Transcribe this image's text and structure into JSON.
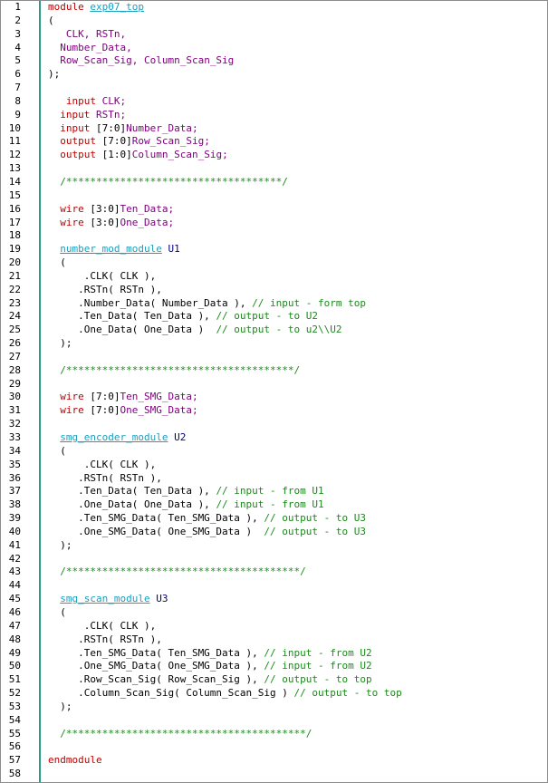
{
  "editor": {
    "lines": [
      [
        {
          "t": "module",
          "c": "kw"
        },
        {
          "t": " "
        },
        {
          "t": "exp07_top",
          "c": "mod"
        }
      ],
      [
        {
          "t": "("
        }
      ],
      [
        {
          "t": "   "
        },
        {
          "t": "CLK, RSTn,",
          "c": "sig"
        }
      ],
      [
        {
          "t": "  "
        },
        {
          "t": "Number_Data,",
          "c": "sig"
        }
      ],
      [
        {
          "t": "  "
        },
        {
          "t": "Row_Scan_Sig, Column_Scan_Sig",
          "c": "sig"
        }
      ],
      [
        {
          "t": ");"
        }
      ],
      [],
      [
        {
          "t": "   "
        },
        {
          "t": "input",
          "c": "kw"
        },
        {
          "t": " "
        },
        {
          "t": "CLK;",
          "c": "sig"
        }
      ],
      [
        {
          "t": "  "
        },
        {
          "t": "input",
          "c": "kw"
        },
        {
          "t": " "
        },
        {
          "t": "RSTn;",
          "c": "sig"
        }
      ],
      [
        {
          "t": "  "
        },
        {
          "t": "input",
          "c": "kw"
        },
        {
          "t": " [7:0]"
        },
        {
          "t": "Number_Data;",
          "c": "sig"
        }
      ],
      [
        {
          "t": "  "
        },
        {
          "t": "output",
          "c": "kw"
        },
        {
          "t": " [7:0]"
        },
        {
          "t": "Row_Scan_Sig;",
          "c": "sig"
        }
      ],
      [
        {
          "t": "  "
        },
        {
          "t": "output",
          "c": "kw"
        },
        {
          "t": " [1:0]"
        },
        {
          "t": "Column_Scan_Sig;",
          "c": "sig"
        }
      ],
      [],
      [
        {
          "t": "  "
        },
        {
          "t": "/************************************/",
          "c": "cm"
        }
      ],
      [],
      [
        {
          "t": "  "
        },
        {
          "t": "wire",
          "c": "kw"
        },
        {
          "t": " [3:0]"
        },
        {
          "t": "Ten_Data;",
          "c": "sig"
        }
      ],
      [
        {
          "t": "  "
        },
        {
          "t": "wire",
          "c": "kw"
        },
        {
          "t": " [3:0]"
        },
        {
          "t": "One_Data;",
          "c": "sig"
        }
      ],
      [],
      [
        {
          "t": "  "
        },
        {
          "t": "number_mod_module",
          "c": "mod"
        },
        {
          "t": " "
        },
        {
          "t": "U1",
          "c": "inst"
        }
      ],
      [
        {
          "t": "  ("
        }
      ],
      [
        {
          "t": "      .CLK( CLK ),"
        }
      ],
      [
        {
          "t": "     .RSTn( RSTn ),"
        }
      ],
      [
        {
          "t": "     .Number_Data( Number_Data ), "
        },
        {
          "t": "// input - form top",
          "c": "cm"
        }
      ],
      [
        {
          "t": "     .Ten_Data( Ten_Data ), "
        },
        {
          "t": "// output - to U2",
          "c": "cm"
        }
      ],
      [
        {
          "t": "     .One_Data( One_Data )  "
        },
        {
          "t": "// output - to u2\\\\U2",
          "c": "cm"
        }
      ],
      [
        {
          "t": "  );"
        }
      ],
      [],
      [
        {
          "t": "  "
        },
        {
          "t": "/**************************************/",
          "c": "cm"
        }
      ],
      [],
      [
        {
          "t": "  "
        },
        {
          "t": "wire",
          "c": "kw"
        },
        {
          "t": " [7:0]"
        },
        {
          "t": "Ten_SMG_Data;",
          "c": "sig"
        }
      ],
      [
        {
          "t": "  "
        },
        {
          "t": "wire",
          "c": "kw"
        },
        {
          "t": " [7:0]"
        },
        {
          "t": "One_SMG_Data;",
          "c": "sig"
        }
      ],
      [],
      [
        {
          "t": "  "
        },
        {
          "t": "smg_encoder_module",
          "c": "mod"
        },
        {
          "t": " "
        },
        {
          "t": "U2",
          "c": "inst"
        }
      ],
      [
        {
          "t": "  ("
        }
      ],
      [
        {
          "t": "      .CLK( CLK ),"
        }
      ],
      [
        {
          "t": "     .RSTn( RSTn ),"
        }
      ],
      [
        {
          "t": "     .Ten_Data( Ten_Data ), "
        },
        {
          "t": "// input - from U1",
          "c": "cm"
        }
      ],
      [
        {
          "t": "     .One_Data( One_Data ), "
        },
        {
          "t": "// input - from U1",
          "c": "cm"
        }
      ],
      [
        {
          "t": "     .Ten_SMG_Data( Ten_SMG_Data ), "
        },
        {
          "t": "// output - to U3",
          "c": "cm"
        }
      ],
      [
        {
          "t": "     .One_SMG_Data( One_SMG_Data )  "
        },
        {
          "t": "// output - to U3",
          "c": "cm"
        }
      ],
      [
        {
          "t": "  );"
        }
      ],
      [],
      [
        {
          "t": "  "
        },
        {
          "t": "/***************************************/",
          "c": "cm"
        }
      ],
      [],
      [
        {
          "t": "  "
        },
        {
          "t": "smg_scan_module",
          "c": "mod"
        },
        {
          "t": " "
        },
        {
          "t": "U3",
          "c": "inst"
        }
      ],
      [
        {
          "t": "  ("
        }
      ],
      [
        {
          "t": "      .CLK( CLK ),"
        }
      ],
      [
        {
          "t": "     .RSTn( RSTn ),"
        }
      ],
      [
        {
          "t": "     .Ten_SMG_Data( Ten_SMG_Data ), "
        },
        {
          "t": "// input - from U2",
          "c": "cm"
        }
      ],
      [
        {
          "t": "     .One_SMG_Data( One_SMG_Data ), "
        },
        {
          "t": "// input - from U2",
          "c": "cm"
        }
      ],
      [
        {
          "t": "     .Row_Scan_Sig( Row_Scan_Sig ), "
        },
        {
          "t": "// output - to top",
          "c": "cm"
        }
      ],
      [
        {
          "t": "     .Column_Scan_Sig( Column_Scan_Sig ) "
        },
        {
          "t": "// output - to top",
          "c": "cm"
        }
      ],
      [
        {
          "t": "  );"
        }
      ],
      [],
      [
        {
          "t": "  "
        },
        {
          "t": "/****************************************/",
          "c": "cm"
        }
      ],
      [],
      [
        {
          "t": "endmodule",
          "c": "kw"
        }
      ],
      []
    ]
  }
}
